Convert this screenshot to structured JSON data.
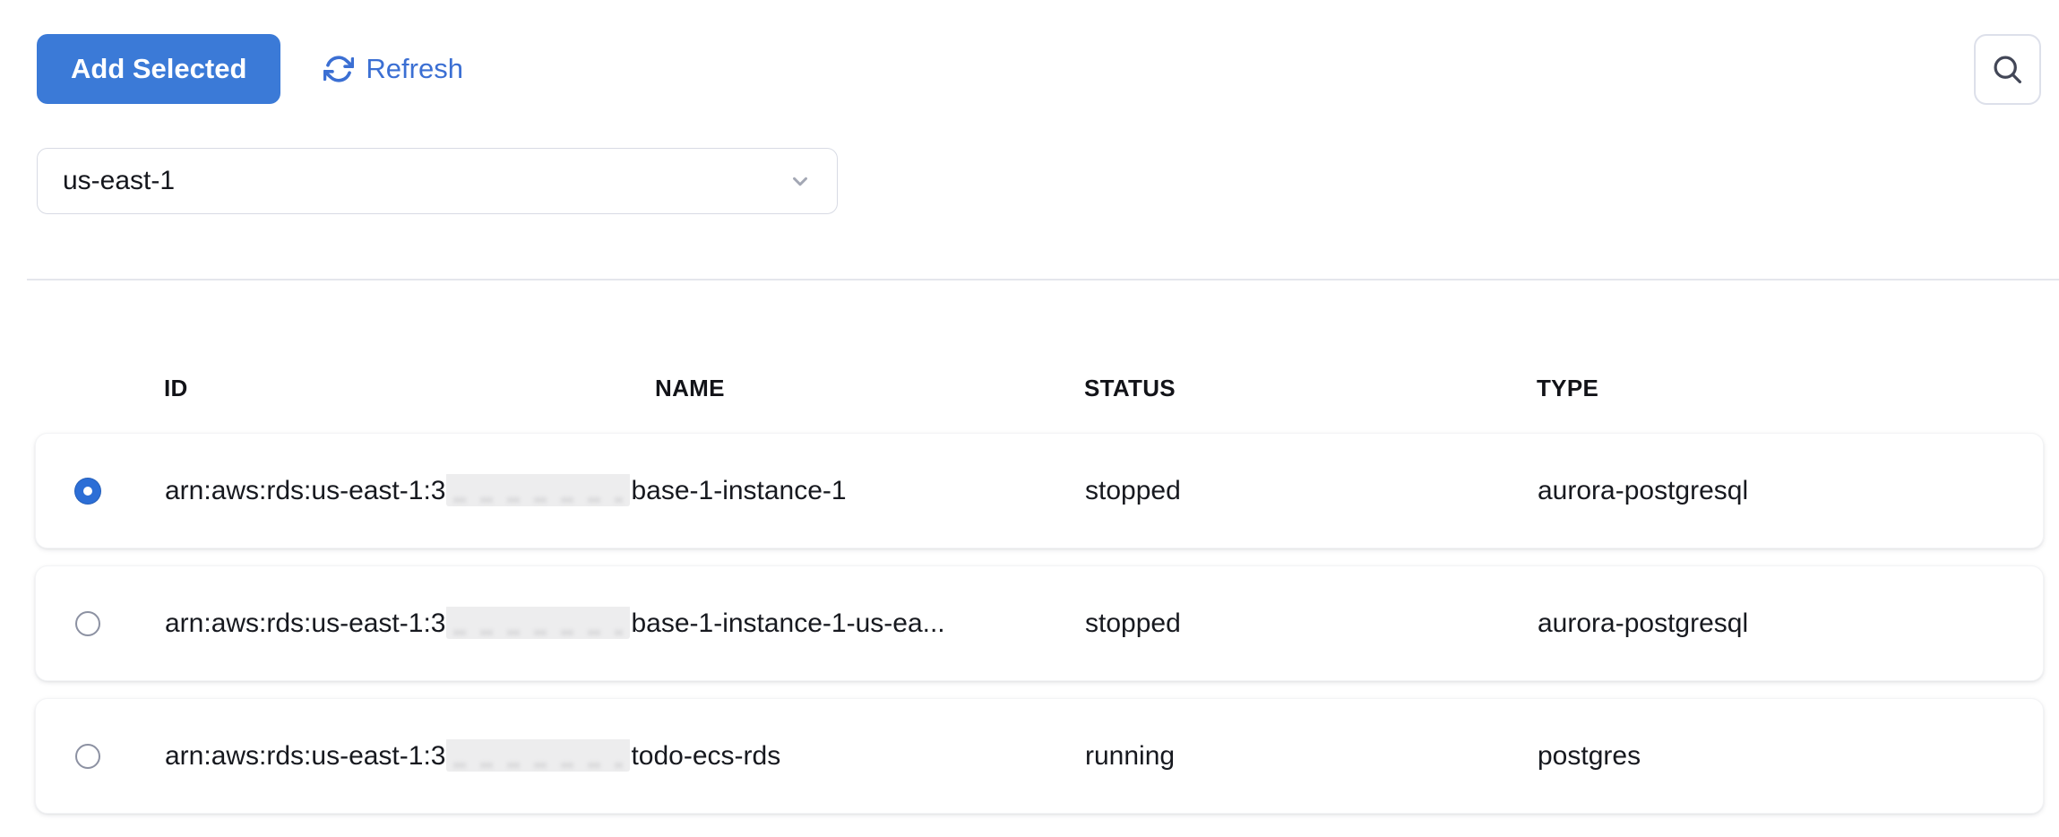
{
  "colors": {
    "primary_button": "#3b7ad7",
    "link": "#3b6fd3",
    "radio_selected": "#2c6ed6",
    "divider": "#e4e6ec"
  },
  "toolbar": {
    "add_selected_label": "Add Selected",
    "refresh_label": "Refresh"
  },
  "icons": {
    "refresh": "refresh-icon",
    "search": "search-icon",
    "chevron": "chevron-down-icon"
  },
  "region_select": {
    "value": "us-east-1"
  },
  "table": {
    "columns": {
      "id": "ID",
      "name": "NAME",
      "status": "STATUS",
      "type": "TYPE"
    },
    "rows": [
      {
        "selected": true,
        "id_prefix": "arn:aws:rds:us-east-1:3",
        "id_redacted": true,
        "name": "base-1-instance-1",
        "status": "stopped",
        "type": "aurora-postgresql"
      },
      {
        "selected": false,
        "id_prefix": "arn:aws:rds:us-east-1:3",
        "id_redacted": true,
        "name": "base-1-instance-1-us-ea...",
        "status": "stopped",
        "type": "aurora-postgresql"
      },
      {
        "selected": false,
        "id_prefix": "arn:aws:rds:us-east-1:3",
        "id_redacted": true,
        "name": "todo-ecs-rds",
        "status": "running",
        "type": "postgres"
      }
    ]
  }
}
